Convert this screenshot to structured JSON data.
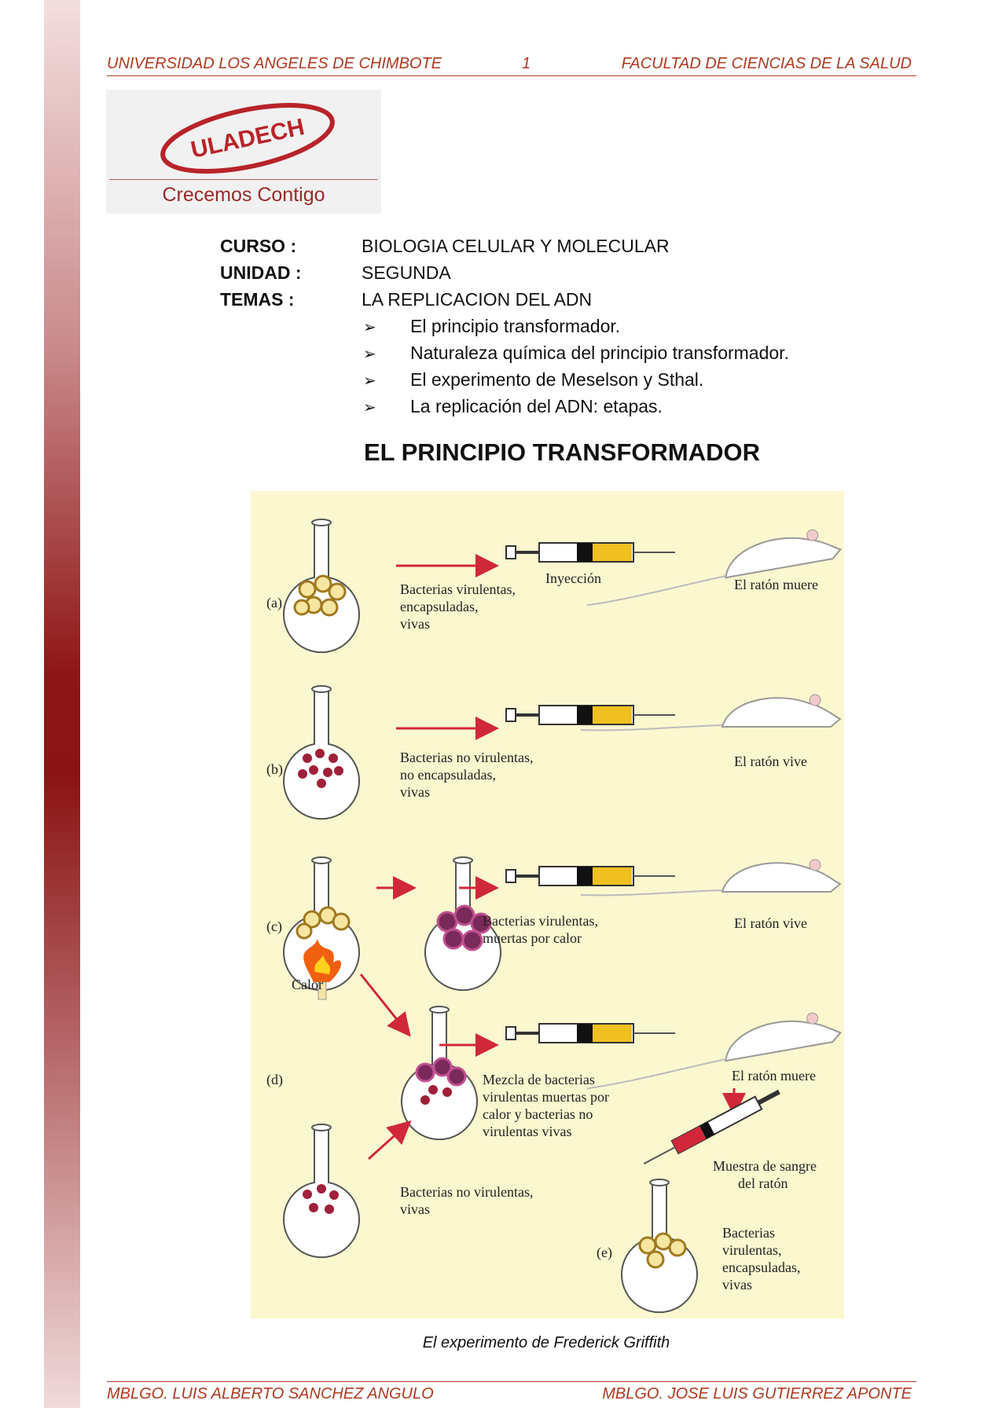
{
  "header": {
    "left": "UNIVERSIDAD LOS ANGELES DE CHIMBOTE",
    "page": "1",
    "right": "FACULTAD DE CIENCIAS DE LA SALUD"
  },
  "logo": {
    "brand": "ULADECH",
    "tagline": "Crecemos Contigo"
  },
  "course": {
    "curso_label": "CURSO  :",
    "curso": "BIOLOGIA CELULAR Y MOLECULAR",
    "unidad_label": "UNIDAD :",
    "unidad": "SEGUNDA",
    "temas_label": "TEMAS  :",
    "temas": "LA REPLICACION DEL ADN",
    "bullets": [
      "El principio transformador.",
      "Naturaleza química del principio transformador.",
      "El experimento de Meselson y Sthal.",
      "La replicación del ADN: etapas."
    ]
  },
  "section_title": "EL PRINCIPIO TRANSFORMADOR",
  "figure": {
    "a_label": "(a)",
    "b_label": "(b)",
    "c_label": "(c)",
    "d_label": "(d)",
    "e_label": "(e)",
    "inyeccion": "Inyección",
    "a_text": [
      "Bacterias virulentas,",
      "encapsuladas,",
      "vivas"
    ],
    "a_result": "El ratón muere",
    "b_text": [
      "Bacterias no virulentas,",
      "no encapsuladas,",
      "vivas"
    ],
    "b_result": "El ratón vive",
    "c_text": [
      "Bacterias virulentas,",
      "muertas por  calor"
    ],
    "c_result": "El ratón vive",
    "calor": "Calor",
    "d_text": [
      "Mezcla de bacterias",
      "virulentas muertas  por",
      "calor y bacterias no",
      "virulentas vivas"
    ],
    "d_result": "El ratón muere",
    "d2_text": [
      "Bacterias no virulentas,",
      "vivas"
    ],
    "sangre": [
      "Muestra de sangre",
      "del ratón"
    ],
    "e_text": [
      "Bacterias",
      "virulentas,",
      "encapsuladas,",
      "vivas"
    ]
  },
  "caption": "El experimento de Frederick Griffith",
  "footer": {
    "left": "MBLGO. LUIS ALBERTO SANCHEZ ANGULO",
    "right": "MBLGO. JOSE LUIS GUTIERREZ APONTE"
  },
  "colors": {
    "accent": "#b0391f",
    "sidebar": "#8e1515",
    "figure_bg": "#fbf7cf",
    "arrow": "#d0283a"
  }
}
